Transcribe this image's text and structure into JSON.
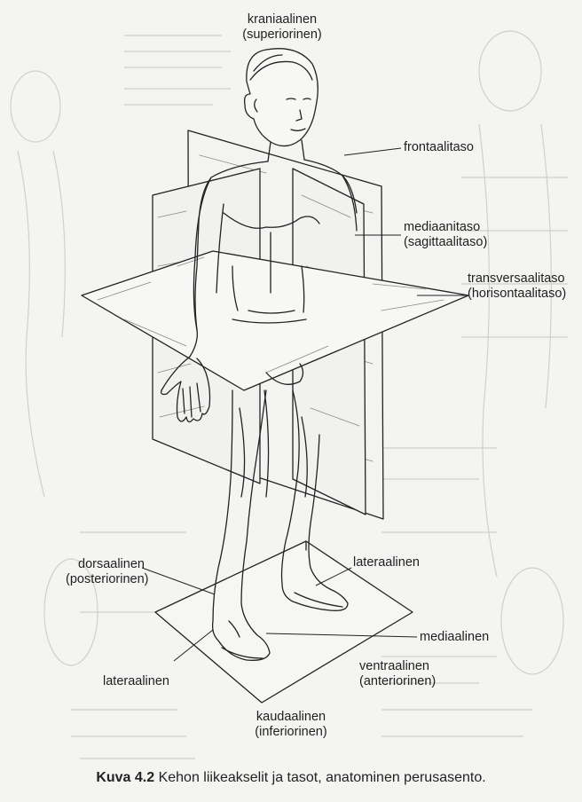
{
  "labels": {
    "cranial": [
      "kraniaalinen",
      "(superiorinen)"
    ],
    "frontal": "frontaalitaso",
    "median": [
      "mediaanitaso",
      "(sagittaalitaso)"
    ],
    "transverse": [
      "transversaalitaso",
      "(horisontaalitaso)"
    ],
    "dorsal": [
      "dorsaalinen",
      "(posteriorinen)"
    ],
    "lateral_right": "lateraalinen",
    "medial": "mediaalinen",
    "lateral_left": "lateraalinen",
    "ventral": [
      "ventraalinen",
      "(anteriorinen)"
    ],
    "caudal": [
      "kaudaalinen",
      "(inferiorinen)"
    ]
  },
  "caption": {
    "figure": "Kuva 4.2",
    "text": " Kehon liikeakselit ja tasot, anatominen perusasento."
  },
  "colors": {
    "paper": "#f4f4f2",
    "ink": "#222222",
    "ghost": "#c8c8c4"
  }
}
